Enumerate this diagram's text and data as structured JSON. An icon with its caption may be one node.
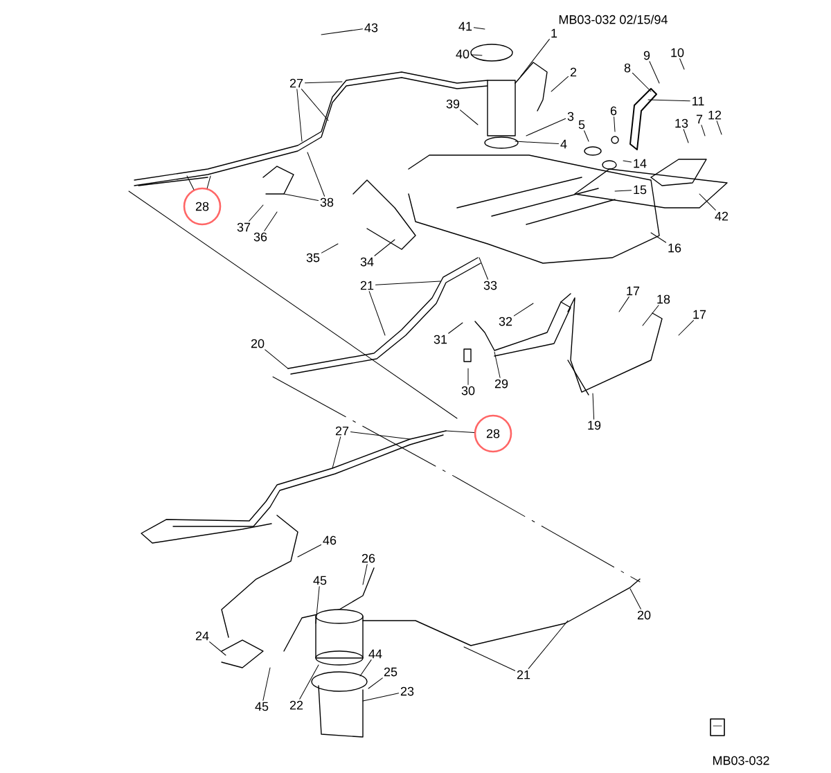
{
  "diagram": {
    "nodes": [
      {
        "text": [
          "43"
        ]
      },
      {
        "text": [
          "41"
        ]
      },
      {
        "text": [
          "40"
        ]
      },
      {
        "text": [
          "27"
        ]
      },
      {
        "text": [
          "39"
        ]
      },
      {
        "text": [
          "28"
        ]
      },
      {
        "text": [
          "38"
        ]
      },
      {
        "text": [
          "37"
        ]
      },
      {
        "text": [
          "36"
        ]
      },
      {
        "text": [
          "35"
        ]
      },
      {
        "text": [
          "34"
        ]
      },
      {
        "text": [
          "21"
        ]
      },
      {
        "text": [
          "33"
        ]
      },
      {
        "text": [
          "1"
        ]
      },
      {
        "text": [
          "2"
        ]
      },
      {
        "text": [
          "3"
        ]
      },
      {
        "text": [
          "4"
        ]
      },
      {
        "text": [
          "5"
        ]
      },
      {
        "text": [
          "6"
        ]
      },
      {
        "text": [
          "8"
        ]
      },
      {
        "text": [
          "9"
        ]
      },
      {
        "text": [
          "10"
        ]
      },
      {
        "text": [
          "11"
        ]
      },
      {
        "text": [
          "7"
        ]
      },
      {
        "text": [
          "12"
        ]
      },
      {
        "text": [
          "13"
        ]
      },
      {
        "text": [
          "14"
        ]
      },
      {
        "text": [
          "15"
        ]
      },
      {
        "text": [
          "42"
        ]
      },
      {
        "text": [
          "16"
        ]
      },
      {
        "text": [
          "17"
        ]
      },
      {
        "text": [
          "18"
        ]
      },
      {
        "text": [
          "17"
        ]
      },
      {
        "text": [
          "32"
        ]
      },
      {
        "text": [
          "31"
        ]
      },
      {
        "text": [
          "30"
        ]
      },
      {
        "text": [
          "29"
        ]
      },
      {
        "text": [
          "19"
        ]
      },
      {
        "text": [
          "20"
        ]
      },
      {
        "text": [
          "28"
        ]
      },
      {
        "text": [
          "27"
        ]
      },
      {
        "text": [
          "46"
        ]
      },
      {
        "text": [
          "45"
        ]
      },
      {
        "text": [
          "26"
        ]
      },
      {
        "text": [
          "24"
        ]
      },
      {
        "text": [
          "45"
        ]
      },
      {
        "text": [
          "22"
        ]
      },
      {
        "text": [
          "44"
        ]
      },
      {
        "text": [
          "25"
        ]
      },
      {
        "text": [
          "23"
        ]
      },
      {
        "text": [
          "21"
        ]
      },
      {
        "text": [
          "20"
        ]
      }
    ],
    "edges": [
      {
        "from": 0,
        "to": null,
        "arrow": "none"
      },
      {
        "from": 1,
        "to": null,
        "arrow": "none"
      },
      {
        "from": 2,
        "to": null,
        "arrow": "none"
      },
      {
        "from": 3,
        "to": null,
        "arrow": "none"
      },
      {
        "from": 3,
        "to": null,
        "arrow": "none"
      },
      {
        "from": 3,
        "to": null,
        "arrow": "none"
      },
      {
        "from": 4,
        "to": null,
        "arrow": "none"
      },
      {
        "from": 5,
        "to": null,
        "arrow": "none"
      },
      {
        "from": 5,
        "to": null,
        "arrow": "none"
      },
      {
        "from": 6,
        "to": null,
        "arrow": "none"
      },
      {
        "from": 6,
        "to": null,
        "arrow": "none"
      },
      {
        "from": 7,
        "to": null,
        "arrow": "none"
      },
      {
        "from": 8,
        "to": null,
        "arrow": "none"
      },
      {
        "from": 9,
        "to": null,
        "arrow": "none"
      },
      {
        "from": 10,
        "to": null,
        "arrow": "none"
      },
      {
        "from": 11,
        "to": null,
        "arrow": "none"
      },
      {
        "from": 11,
        "to": null,
        "arrow": "none"
      },
      {
        "from": 12,
        "to": null,
        "arrow": "none"
      },
      {
        "from": 13,
        "to": null,
        "arrow": "none"
      },
      {
        "from": 14,
        "to": null,
        "arrow": "none"
      },
      {
        "from": 15,
        "to": null,
        "arrow": "none"
      },
      {
        "from": 16,
        "to": null,
        "arrow": "none"
      },
      {
        "from": 17,
        "to": null,
        "arrow": "none"
      },
      {
        "from": 18,
        "to": null,
        "arrow": "none"
      },
      {
        "from": 19,
        "to": null,
        "arrow": "none"
      },
      {
        "from": 20,
        "to": null,
        "arrow": "none"
      },
      {
        "from": 21,
        "to": null,
        "arrow": "none"
      },
      {
        "from": 22,
        "to": null,
        "arrow": "none"
      },
      {
        "from": 23,
        "to": null,
        "arrow": "none"
      },
      {
        "from": 24,
        "to": null,
        "arrow": "none"
      },
      {
        "from": 25,
        "to": null,
        "arrow": "none"
      },
      {
        "from": 26,
        "to": null,
        "arrow": "none"
      },
      {
        "from": 27,
        "to": null,
        "arrow": "none"
      },
      {
        "from": 28,
        "to": null,
        "arrow": "none"
      },
      {
        "from": 29,
        "to": null,
        "arrow": "none"
      },
      {
        "from": 30,
        "to": null,
        "arrow": "none"
      },
      {
        "from": 31,
        "to": null,
        "arrow": "none"
      },
      {
        "from": 32,
        "to": null,
        "arrow": "none"
      },
      {
        "from": 33,
        "to": null,
        "arrow": "none"
      },
      {
        "from": 34,
        "to": null,
        "arrow": "none"
      },
      {
        "from": 35,
        "to": null,
        "arrow": "none"
      },
      {
        "from": 36,
        "to": null,
        "arrow": "none"
      },
      {
        "from": 37,
        "to": null,
        "arrow": "none"
      },
      {
        "from": 38,
        "to": null,
        "arrow": "none"
      },
      {
        "from": 39,
        "to": null,
        "arrow": "none"
      },
      {
        "from": 40,
        "to": null,
        "arrow": "none"
      },
      {
        "from": 40,
        "to": null,
        "arrow": "none"
      },
      {
        "from": 41,
        "to": null,
        "arrow": "none"
      },
      {
        "from": 42,
        "to": null,
        "arrow": "none"
      },
      {
        "from": 43,
        "to": null,
        "arrow": "none"
      },
      {
        "from": 44,
        "to": null,
        "arrow": "none"
      },
      {
        "from": 45,
        "to": null,
        "arrow": "none"
      },
      {
        "from": 46,
        "to": null,
        "arrow": "none"
      },
      {
        "from": 47,
        "to": null,
        "arrow": "none"
      },
      {
        "from": 48,
        "to": null,
        "arrow": "none"
      },
      {
        "from": 49,
        "to": null,
        "arrow": "none"
      },
      {
        "from": 50,
        "to": null,
        "arrow": "none"
      },
      {
        "from": 50,
        "to": null,
        "arrow": "none"
      },
      {
        "from": 51,
        "to": null,
        "arrow": "none"
      }
    ],
    "labels": [
      "MB03-032 02/15/94",
      "MB03-032"
    ]
  }
}
